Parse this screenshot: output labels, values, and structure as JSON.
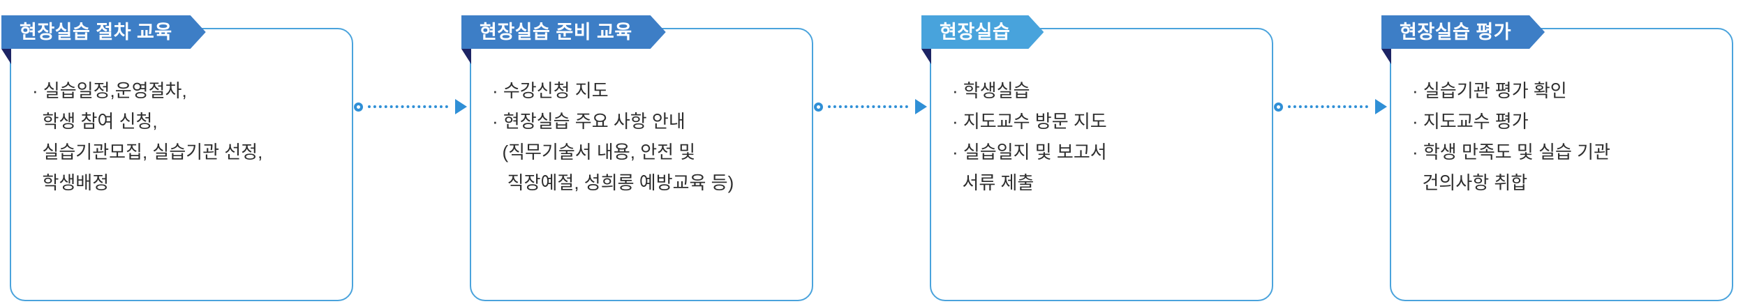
{
  "colors": {
    "background": "#ffffff",
    "card_border": "#4aa3dc",
    "ribbon_fold": "#1d2464",
    "connector": "#2f8fd6",
    "text": "#2e2e2e"
  },
  "stages": [
    {
      "title": "현장실습 절차 교육",
      "ribbon_color": "#3d7ec6",
      "lines": [
        "· 실습일정,운영절차,",
        "  학생 참여 신청,",
        "  실습기관모집, 실습기관 선정,",
        "  학생배정"
      ]
    },
    {
      "title": "현장실습 준비 교육",
      "ribbon_color": "#3d7ec6",
      "lines": [
        "· 수강신청 지도",
        "· 현장실습 주요 사항 안내",
        "  (직무기술서 내용, 안전 및",
        "   직장예절, 성희롱 예방교육 등)"
      ]
    },
    {
      "title": "현장실습",
      "ribbon_color": "#48a3dc",
      "lines": [
        "· 학생실습",
        "· 지도교수 방문 지도",
        "· 실습일지 및 보고서",
        "  서류 제출"
      ]
    },
    {
      "title": "현장실습 평가",
      "ribbon_color": "#3d7ec6",
      "lines": [
        "· 실습기관 평가 확인",
        "· 지도교수 평가",
        "· 학생 만족도 및 실습 기관",
        "  건의사항 취합"
      ]
    }
  ]
}
